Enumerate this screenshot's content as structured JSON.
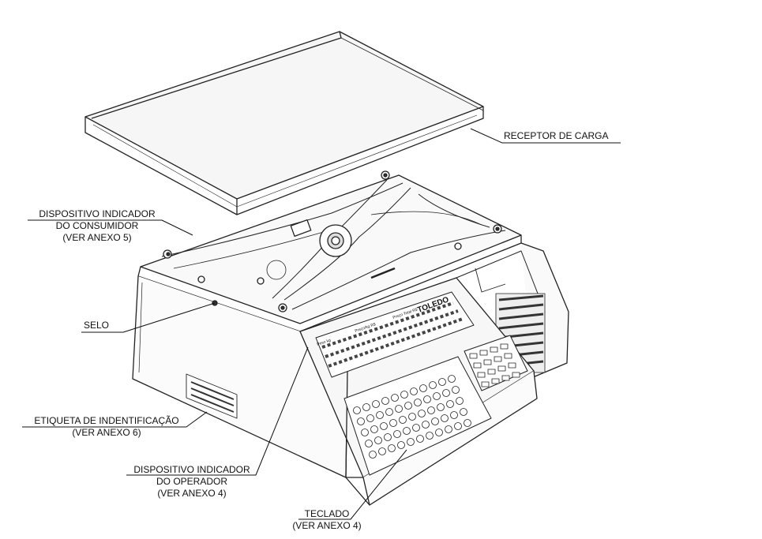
{
  "callouts": {
    "receptor": {
      "lines": [
        "RECEPTOR DE CARGA"
      ]
    },
    "dispositivo_consumidor": {
      "lines": [
        "DISPOSITIVO INDICADOR",
        "DO CONSUMIDOR",
        "(VER ANEXO 5)"
      ]
    },
    "selo": {
      "lines": [
        "SELO"
      ]
    },
    "etiqueta": {
      "lines": [
        "ETIQUETA DE INDENTIFICAÇÃO",
        "(VER ANEXO 6)"
      ]
    },
    "dispositivo_operador": {
      "lines": [
        "DISPOSITIVO INDICADOR",
        "DO OPERADOR",
        "(VER ANEXO 4)"
      ]
    },
    "teclado": {
      "lines": [
        "TECLADO",
        "(VER ANEXO 4)"
      ]
    }
  },
  "device": {
    "brand_text": "TOLEDO",
    "display_captions": [
      "Peso kg",
      "Preço/kg R$",
      "Preço Total R$"
    ]
  }
}
